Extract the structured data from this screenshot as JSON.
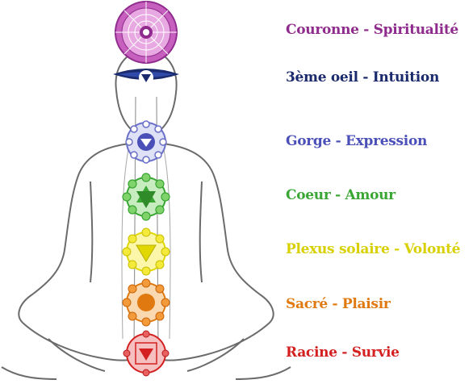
{
  "chakras": [
    {
      "label": "Couronne - Spiritualité",
      "color": "#8e2b8c"
    },
    {
      "label": "3ème oeil - Intuition",
      "color": "#1a2a6c"
    },
    {
      "label": "Gorge - Expression",
      "color": "#4a50b8"
    },
    {
      "label": "Coeur - Amour",
      "color": "#3aa633"
    },
    {
      "label": "Plexus solaire - Volonté",
      "color": "#e0d800"
    },
    {
      "label": "Sacré - Plaisir",
      "color": "#e07a10"
    },
    {
      "label": "Racine - Survie",
      "color": "#d42020"
    }
  ]
}
